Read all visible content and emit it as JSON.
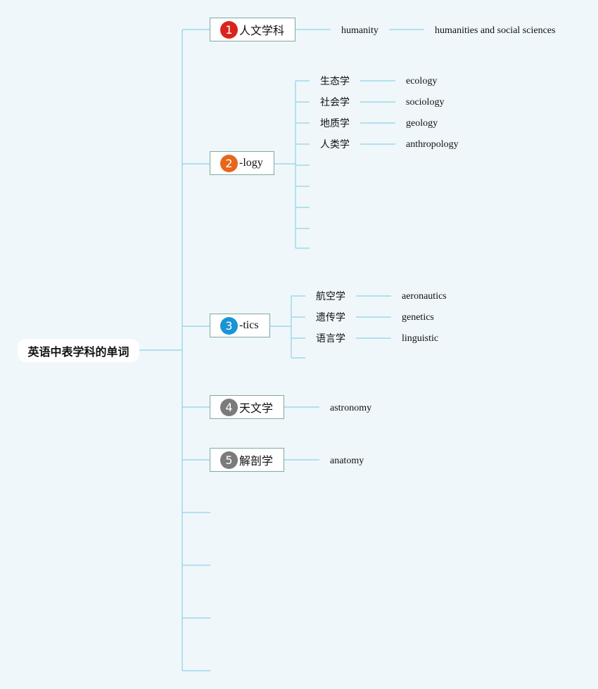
{
  "root": {
    "label": "英语中表学科的单词"
  },
  "branches": [
    {
      "number": "1",
      "label": "人文学科",
      "color": "#d7251c",
      "english": "humanity",
      "note": "humanities and social sciences"
    },
    {
      "number": "2",
      "label": "-logy",
      "color": "#e6661c",
      "items": [
        {
          "cn": "生态学",
          "en": "ecology"
        },
        {
          "cn": "社会学",
          "en": "sociology"
        },
        {
          "cn": "地质学",
          "en": "geology"
        },
        {
          "cn": "人类学",
          "en": "anthropology"
        }
      ]
    },
    {
      "number": "3",
      "label": "-tics",
      "color": "#1a94d4",
      "items": [
        {
          "cn": "航空学",
          "en": "aeronautics"
        },
        {
          "cn": "遗传学",
          "en": "genetics"
        },
        {
          "cn": "语言学",
          "en": "linguistic"
        }
      ]
    },
    {
      "number": "4",
      "label": "天文学",
      "color": "#7b7b7b",
      "english": "astronomy"
    },
    {
      "number": "5",
      "label": "解剖学",
      "color": "#7b7b7b",
      "english": "anatomy"
    }
  ]
}
